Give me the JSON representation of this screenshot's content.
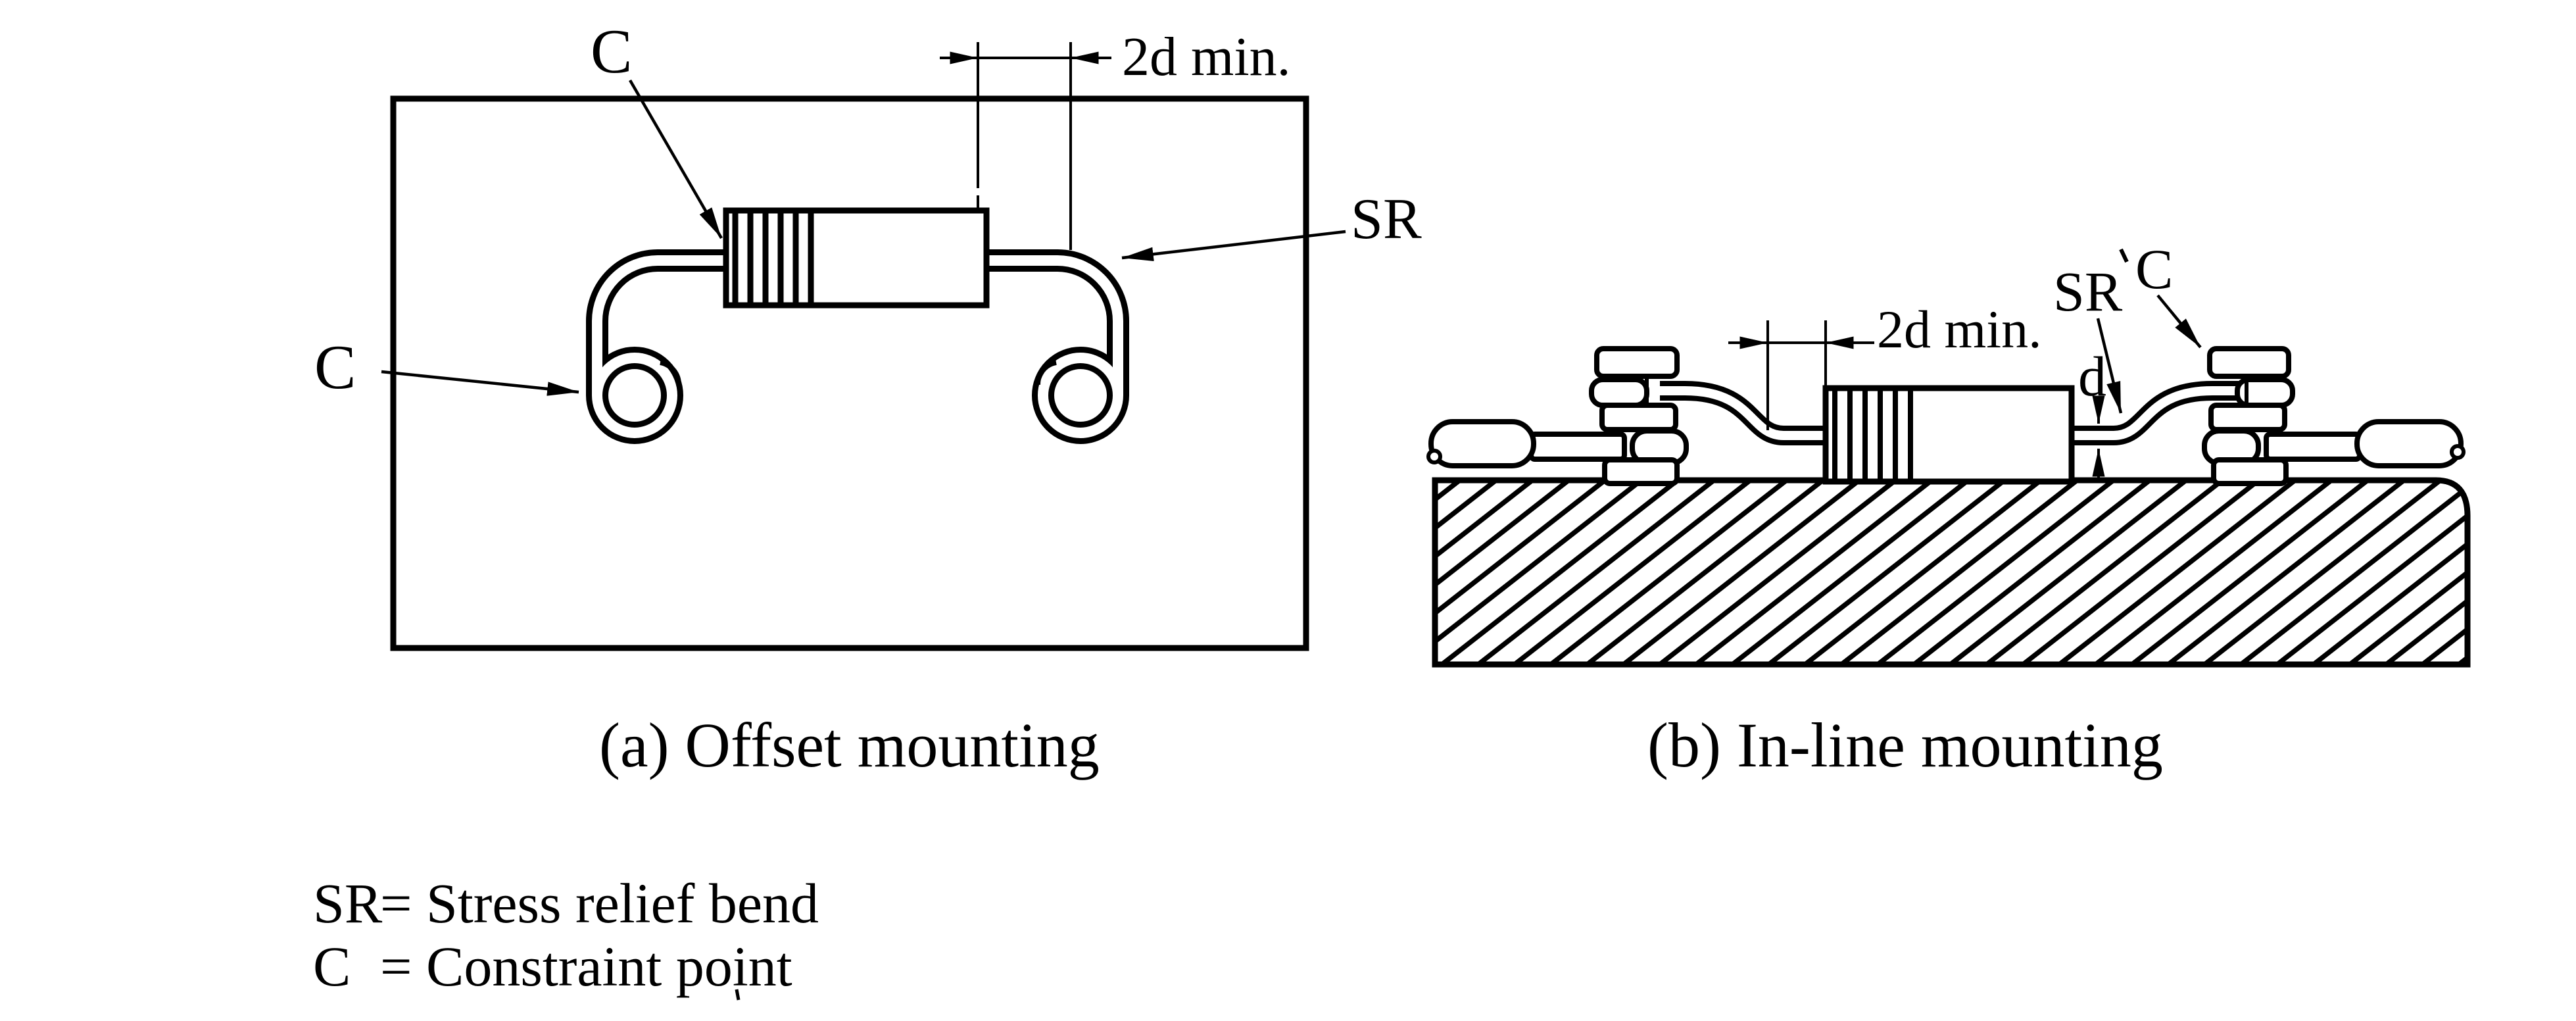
{
  "figure": {
    "panel_a": {
      "caption": "(a) Offset mounting",
      "labels": {
        "constraint_top": "C",
        "constraint_left": "C",
        "stress_relief": "SR",
        "dimension": "2d min."
      }
    },
    "panel_b": {
      "caption": "(b) In-line mounting",
      "labels": {
        "stress_relief": "SR",
        "constraint": "C",
        "dimension": "2d min.",
        "lead_diameter": "d"
      }
    },
    "legend": {
      "rows": [
        {
          "abbr": "SR",
          "definition": "= Stress relief bend"
        },
        {
          "abbr": "C",
          "definition": "= Constraint point"
        }
      ]
    },
    "colors": {
      "ink": "#000000",
      "paper": "#ffffff"
    }
  }
}
